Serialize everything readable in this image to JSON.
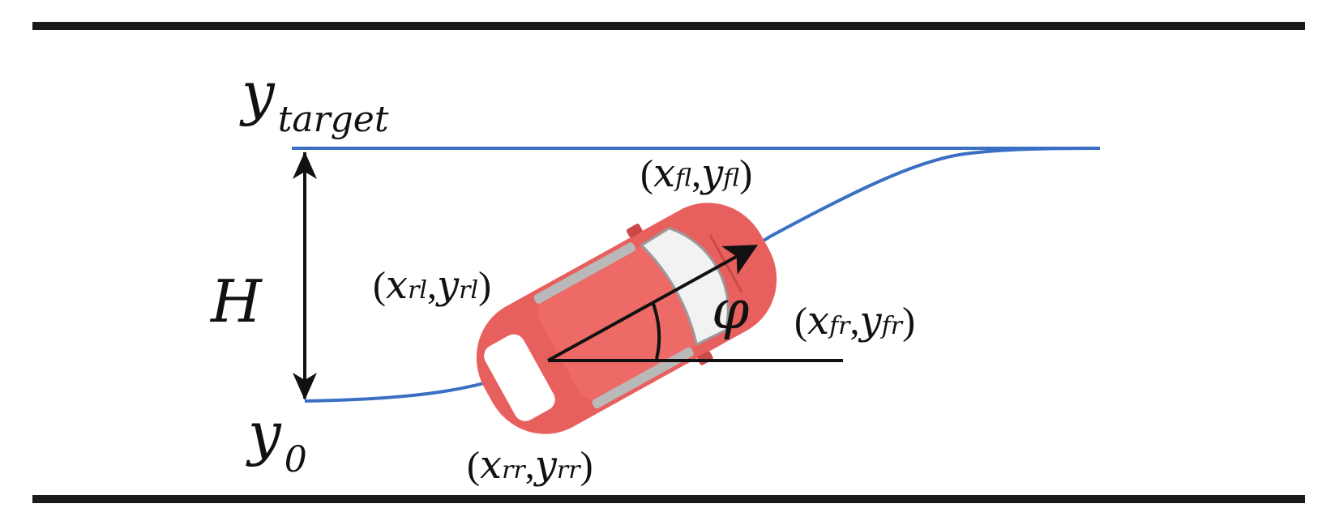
{
  "labels": {
    "y_target": {
      "base": "y",
      "sub": "target"
    },
    "y_zero": {
      "base": "y",
      "sub": "0"
    },
    "height": "H",
    "heading_angle": "φ",
    "front_left": {
      "open": "(",
      "x": "x",
      "x_sub": "fl",
      "comma": ",",
      "y": "y",
      "y_sub": "fl",
      "close": ")"
    },
    "rear_left": {
      "open": "(",
      "x": "x",
      "x_sub": "rl",
      "comma": ",",
      "y": "y",
      "y_sub": "rl",
      "close": ")"
    },
    "front_right": {
      "open": "(",
      "x": "x",
      "x_sub": "fr",
      "comma": ",",
      "y": "y",
      "y_sub": "fr",
      "close": ")"
    },
    "rear_right": {
      "open": "(",
      "x": "x",
      "x_sub": "rr",
      "comma": ",",
      "y": "y",
      "y_sub": "rr",
      "close": ")"
    }
  },
  "colors": {
    "road_edge": "#1a1a1a",
    "path": "#3a6fc4",
    "car_body": "#e8605e",
    "car_dark": "#c94a49",
    "car_glass": "#ffffff",
    "annotation": "#111111"
  }
}
